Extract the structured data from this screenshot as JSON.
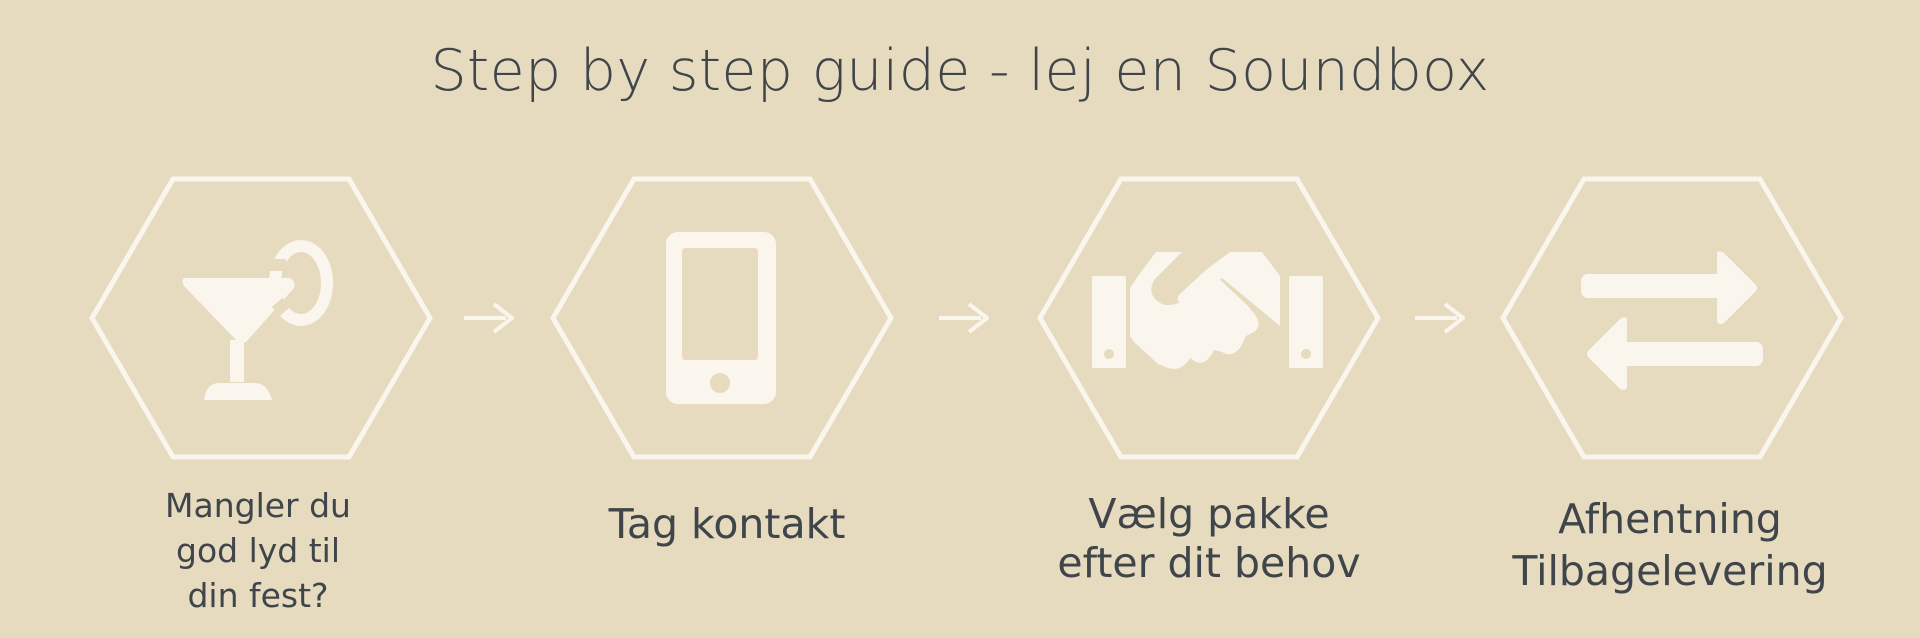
{
  "title": "Step by step guide - lej en Soundbox",
  "colors": {
    "background": "#e6dbbe",
    "outline": "#faf6ee",
    "text": "#3f454a"
  },
  "steps": [
    {
      "icon": "cocktail-glass-icon",
      "lines": [
        "Mangler du",
        "god lyd til",
        "din fest?"
      ]
    },
    {
      "icon": "smartphone-icon",
      "lines": [
        "Tag kontakt"
      ]
    },
    {
      "icon": "handshake-icon",
      "lines": [
        "Vælg pakke",
        "efter dit behov"
      ]
    },
    {
      "icon": "exchange-arrows-icon",
      "lines": [
        "Afhentning",
        "Tilbagelevering"
      ]
    }
  ],
  "connectors": [
    "arrow-right-icon",
    "arrow-right-icon",
    "arrow-right-icon"
  ]
}
